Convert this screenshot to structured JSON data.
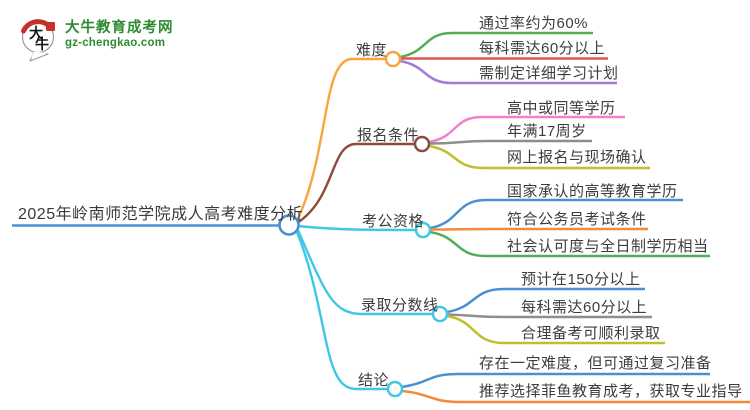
{
  "colors": {
    "background": "#ffffff",
    "text": "#3d3d3d",
    "root_blue": "#4a90d2",
    "cyan": "#3fc8e4"
  },
  "logo": {
    "name": "大牛教育成考网",
    "domain": "gz-chengkao.com",
    "mark_chars": [
      "大",
      "牛"
    ],
    "green": "#2e8b32",
    "red": "#c5302b"
  },
  "mindmap": {
    "root": {
      "label": "2025年岭南师范学院成人高考难度分析",
      "line_color": "#4a90d2"
    },
    "branches": [
      {
        "label": "难度",
        "line_color": "#f7a53c",
        "children": [
          {
            "label": "通过率约为60%",
            "line_color": "#52ae52"
          },
          {
            "label": "每科需达60分以上",
            "line_color": "#e05353"
          },
          {
            "label": "需制定详细学习计划",
            "line_color": "#a678d8"
          }
        ]
      },
      {
        "label": "报名条件",
        "line_color": "#8e4c3c",
        "children": [
          {
            "label": "高中或同等学历",
            "line_color": "#ef82cb"
          },
          {
            "label": "年满17周岁",
            "line_color": "#8e8e8e"
          },
          {
            "label": "网上报名与现场确认",
            "line_color": "#bfbf2e"
          }
        ]
      },
      {
        "label": "考公资格",
        "line_color": "#3fc8e4",
        "children": [
          {
            "label": "国家承认的高等教育学历",
            "line_color": "#4a90d2"
          },
          {
            "label": "符合公务员考试条件",
            "line_color": "#f5893b"
          },
          {
            "label": "社会认可度与全日制学历相当",
            "line_color": "#52ae52"
          }
        ]
      },
      {
        "label": "录取分数线",
        "line_color": "#3fc8e4",
        "children": [
          {
            "label": "预计在150分以上",
            "line_color": "#4a90d2"
          },
          {
            "label": "每科需达60分以上",
            "line_color": "#8e8e8e"
          },
          {
            "label": "合理备考可顺利录取",
            "line_color": "#bfbf2e"
          }
        ]
      },
      {
        "label": "结论",
        "line_color": "#3fc8e4",
        "children": [
          {
            "label": "存在一定难度，但可通过复习准备",
            "line_color": "#4a90d2"
          },
          {
            "label": "推荐选择菲鱼教育成考，获取专业指导",
            "line_color": "#f5893b"
          }
        ]
      }
    ]
  }
}
